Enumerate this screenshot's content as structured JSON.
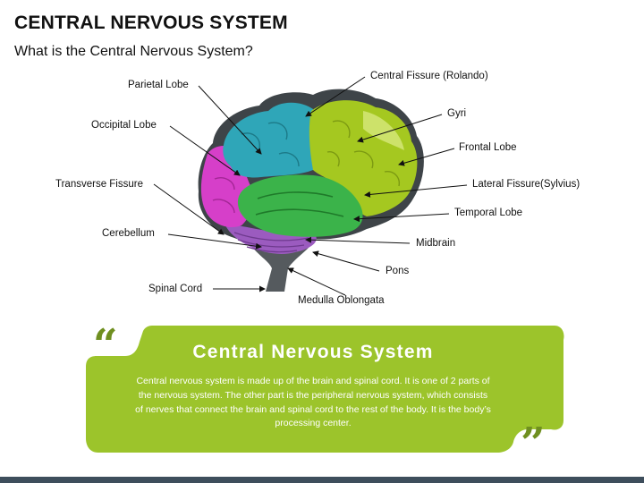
{
  "title": "CENTRAL NERVOUS SYSTEM",
  "subtitle": "What is the Central Nervous System?",
  "labels": {
    "parietal_lobe": "Parietal Lobe",
    "occipital_lobe": "Occipital Lobe",
    "transverse_fissure": "Transverse Fissure",
    "cerebellum": "Cerebellum",
    "spinal_cord": "Spinal Cord",
    "central_fissure": "Central Fissure (Rolando)",
    "gyri": "Gyri",
    "frontal_lobe": "Frontal Lobe",
    "lateral_fissure": "Lateral Fissure(Sylvius)",
    "temporal_lobe": "Temporal Lobe",
    "midbrain": "Midbrain",
    "pons": "Pons",
    "medulla_oblongata": "Medulla Oblongata"
  },
  "card": {
    "heading": "Central Nervous System",
    "body": "Central nervous system is made up of the brain and spinal cord. It is one of 2 parts of the nervous system. The other part is the peripheral nervous system, which consists of nerves that connect the brain and spinal cord to the rest of the body. It is the body’s processing center."
  },
  "colors": {
    "frontal": "#a5c820",
    "frontal_highlight": "#cde26a",
    "parietal": "#2fa6b8",
    "occipital": "#d63fc9",
    "temporal": "#3bb34a",
    "cerebellum": "#9b5bbf",
    "brainstem": "#555a5e",
    "card": "#9cc42b",
    "quote": "#6f8f20",
    "bar": "#3e4e5c"
  }
}
